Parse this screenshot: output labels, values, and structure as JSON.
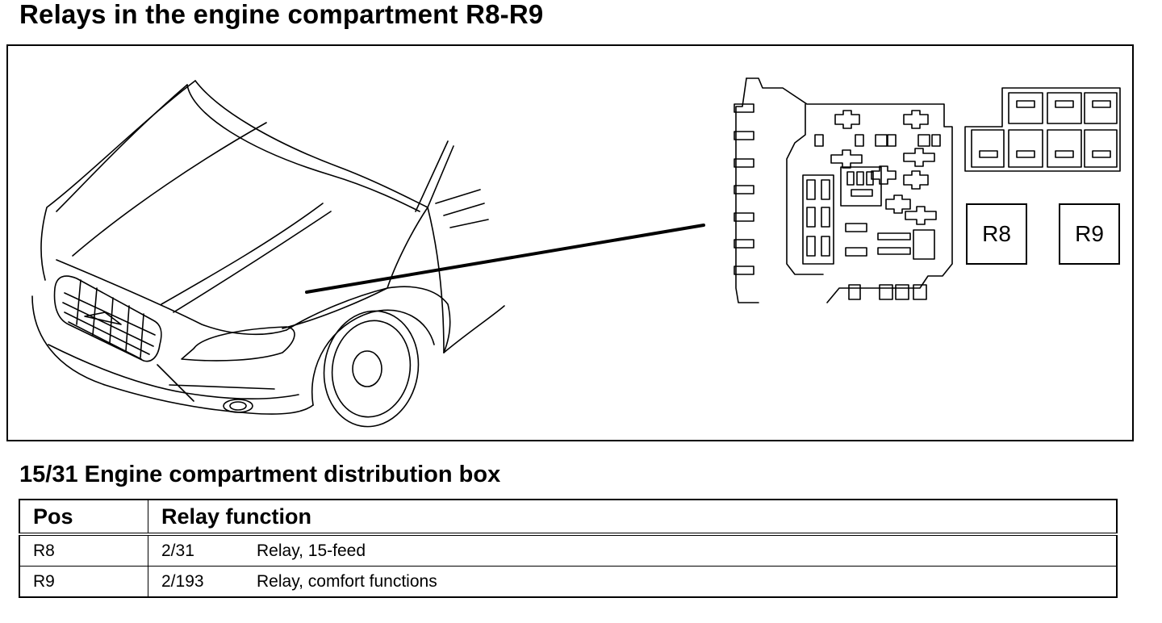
{
  "title": "Relays in the engine compartment R8-R9",
  "figure": {
    "relay_labels": [
      "R8",
      "R9"
    ]
  },
  "section_title": "15/31 Engine compartment distribution box",
  "table": {
    "headers": {
      "pos": "Pos",
      "function": "Relay function"
    },
    "rows": [
      {
        "pos": "R8",
        "code": "2/31",
        "description": "Relay, 15-feed"
      },
      {
        "pos": "R9",
        "code": "2/193",
        "description": "Relay, comfort functions"
      }
    ]
  }
}
